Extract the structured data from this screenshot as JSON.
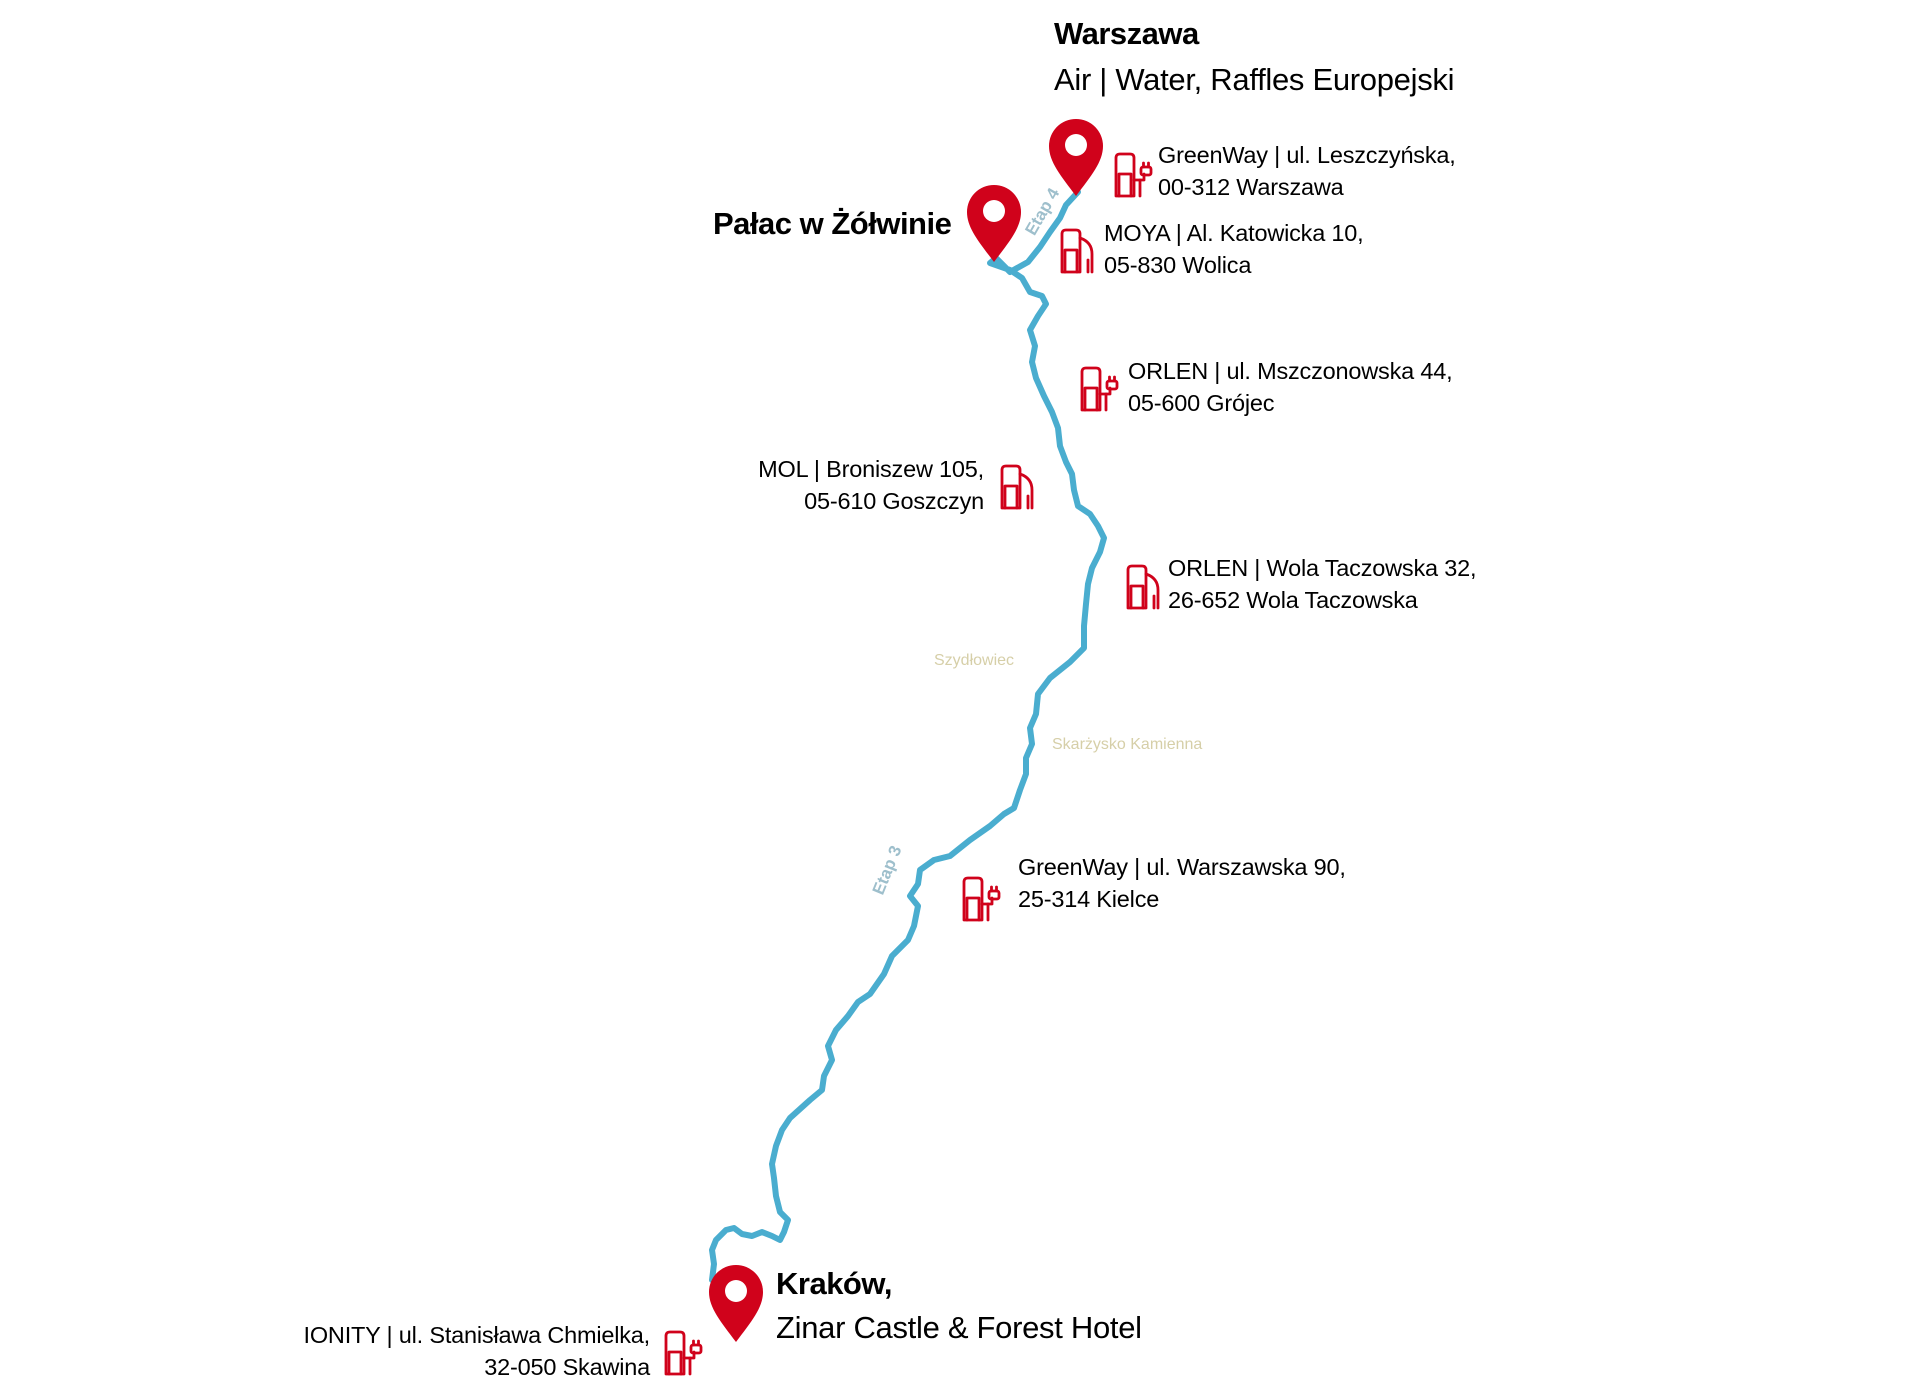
{
  "map": {
    "route_color": "#4aadcf",
    "marker_color": "#d0021b",
    "icon_color": "#d0021b",
    "town_label_color": "#d6cfa8",
    "etap_label_color": "#9ebfcc"
  },
  "destinations": {
    "warszawa": {
      "name": "Warszawa",
      "hotel": "Air | Water, Raffles Europejski",
      "icon": "map-pin-icon"
    },
    "zolwin": {
      "name": "Pałac w Żółwinie",
      "icon": "map-pin-icon"
    },
    "krakow": {
      "name": "Kraków,",
      "hotel": "Zinar Castle & Forest Hotel",
      "icon": "map-pin-icon"
    }
  },
  "stations": [
    {
      "id": "greenway-warszawa",
      "type": "ev-charger",
      "icon": "ev-charger-icon",
      "line1": "GreenWay | ul. Leszczyńska,",
      "line2": "00-312 Warszawa"
    },
    {
      "id": "moya-wolica",
      "type": "fuel",
      "icon": "fuel-pump-icon",
      "line1": "MOYA | Al. Katowicka 10,",
      "line2": "05-830 Wolica"
    },
    {
      "id": "orlen-grojec",
      "type": "ev-charger",
      "icon": "ev-charger-icon",
      "line1": "ORLEN | ul. Mszczonowska 44,",
      "line2": "05-600 Grójec"
    },
    {
      "id": "mol-goszczyn",
      "type": "fuel",
      "icon": "fuel-pump-icon",
      "line1": "MOL | Broniszew 105,",
      "line2": "05-610 Goszczyn"
    },
    {
      "id": "orlen-wola",
      "type": "fuel",
      "icon": "fuel-pump-icon",
      "line1": "ORLEN | Wola Taczowska 32,",
      "line2": "26-652 Wola Taczowska"
    },
    {
      "id": "greenway-kielce",
      "type": "ev-charger",
      "icon": "ev-charger-icon",
      "line1": "GreenWay | ul. Warszawska 90,",
      "line2": "25-314 Kielce"
    },
    {
      "id": "ionity-skawina",
      "type": "ev-charger",
      "icon": "ev-charger-icon",
      "line1": "IONITY | ul. Stanisława Chmielka,",
      "line2": "32-050 Skawina"
    }
  ],
  "towns": {
    "szydlowiec": "Szydłowiec",
    "skarzysko": "Skarżysko Kamienna"
  },
  "etaps": {
    "etap3": "Etap 3",
    "etap4": "Etap 4"
  }
}
